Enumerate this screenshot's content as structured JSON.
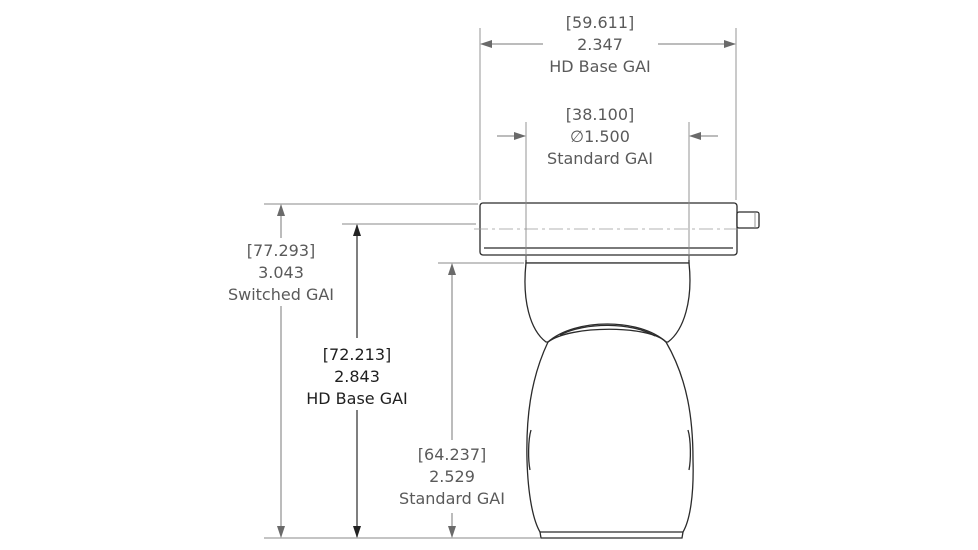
{
  "dimensions": {
    "top_width": {
      "metric": "[59.611]",
      "imperial": "2.347",
      "label": "HD Base GAI"
    },
    "diameter": {
      "metric": "[38.100]",
      "imperial": "∅1.500",
      "label": "Standard GAI"
    },
    "height_switched": {
      "metric": "[77.293]",
      "imperial": "3.043",
      "label": "Switched GAI"
    },
    "height_hd_base": {
      "metric": "[72.213]",
      "imperial": "2.843",
      "label": "HD Base GAI"
    },
    "height_standard": {
      "metric": "[64.237]",
      "imperial": "2.529",
      "label": "Standard GAI"
    }
  }
}
